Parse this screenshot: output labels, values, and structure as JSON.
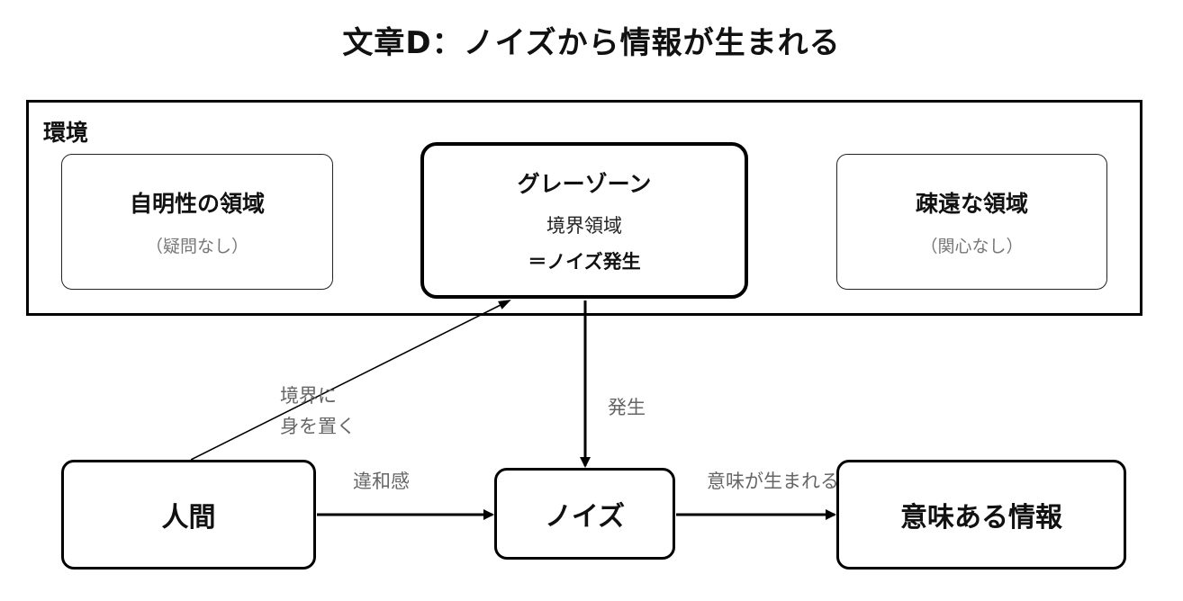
{
  "title": "文章D：ノイズから情報が生まれる",
  "environment": {
    "label": "環境",
    "left_region": {
      "title": "自明性の領域",
      "note": "（疑問なし）"
    },
    "center_region": {
      "title": "グレーゾーン",
      "line1": "境界領域",
      "line2": "＝ノイズ発生"
    },
    "right_region": {
      "title": "疎遠な領域",
      "note": "（関心なし）"
    }
  },
  "nodes": {
    "human": "人間",
    "noise": "ノイズ",
    "info": "意味ある情報"
  },
  "edges": {
    "human_to_grayzone": [
      "境界に",
      "身を置く"
    ],
    "grayzone_to_noise": "発生",
    "human_to_noise": "違和感",
    "noise_to_info": "意味が生まれる"
  }
}
